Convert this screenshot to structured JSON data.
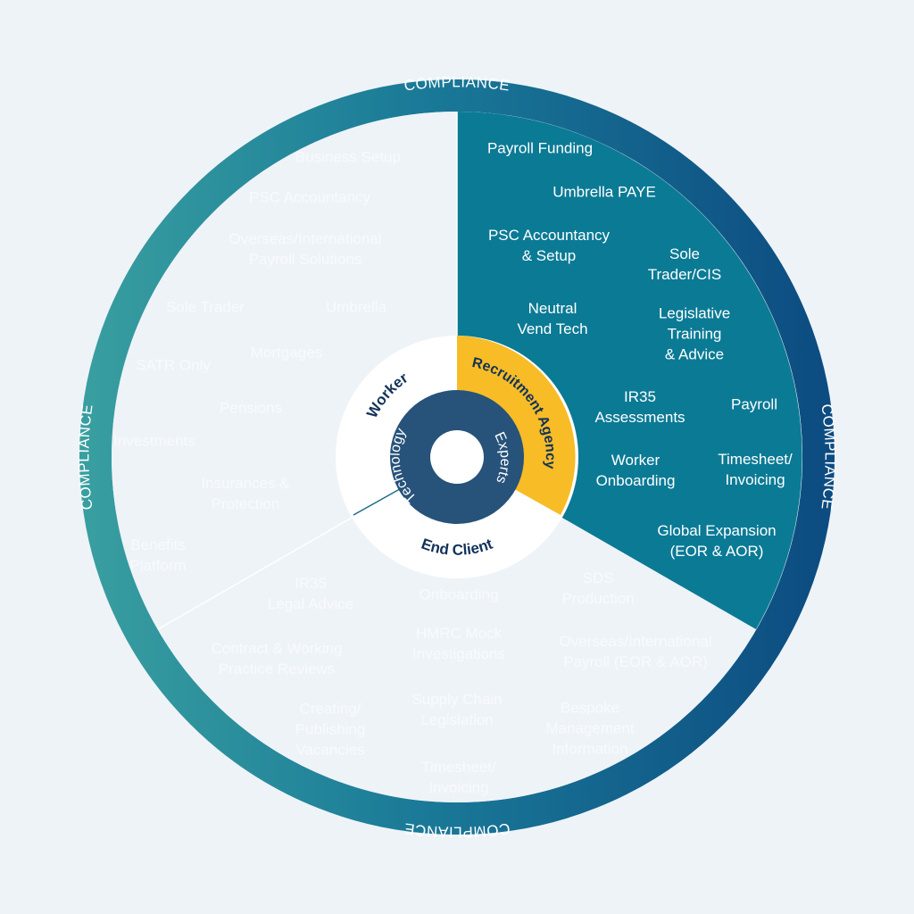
{
  "compliance_labels": {
    "top": "COMPLIANCE",
    "right": "COMPLIANCE",
    "bottom": "COMPLIANCE",
    "left": "COMPLIANCE"
  },
  "segments": {
    "recruitment_agency": "Recruitment Agency",
    "worker": "Worker",
    "end_client": "End Client"
  },
  "core": {
    "technology": "Technology",
    "experts": "Experts"
  },
  "agency_services": [
    "Payroll Funding",
    "Umbrella PAYE",
    "PSC Accountancy\n& Setup",
    "Sole\nTrader/CIS",
    "Neutral\nVend Tech",
    "Legislative\nTraining\n& Advice",
    "IR35\nAssessments",
    "Payroll",
    "Worker\nOnboarding",
    "Timesheet/\nInvoicing",
    "Global Expansion\n(EOR & AOR)"
  ],
  "worker_services": [
    "Business Setup",
    "PSC Accountancy",
    "Overseas/International\nPayroll Solutions",
    "Sole Trader",
    "Umbrella",
    "Mortgages",
    "SATR Only",
    "Pensions",
    "Investments",
    "Insurances &\nProtection",
    "Benefits\nPlatform"
  ],
  "client_services": [
    "IR35\nLegal Advice",
    "Onboarding",
    "SDS\nProduction",
    "Contract & Working\nPractice Reviews",
    "HMRC Mock\nInvestigations",
    "Overseas/International\nPayroll (EOR & AOR)",
    "Creating/\nPublishing\nVacancies",
    "Supply Chain\nLegislation",
    "Bespoke\nManagement\nInformation",
    "Timesheet/\nInvoicing"
  ],
  "colors": {
    "background": "#eef3f8",
    "ring_start": "#3aa0a0",
    "ring_end": "#0c4a80",
    "agency_fill": "#0b7a95",
    "agency_highlight": "#f7bc26",
    "core_fill": "#27527a",
    "segment_text_dark": "#12325a",
    "divider": "#1c6a8a"
  }
}
